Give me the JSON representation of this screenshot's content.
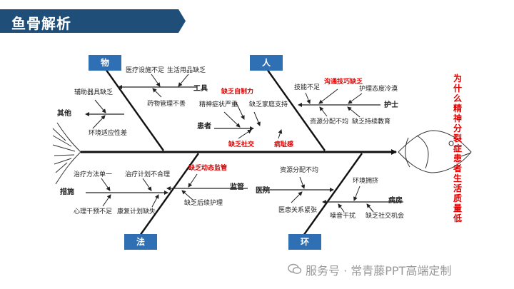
{
  "header": {
    "title": "鱼骨解析"
  },
  "problem": "为什么精神分裂症患者生活质量低",
  "categories": {
    "wu": "物",
    "ren": "人",
    "fa": "法",
    "huan": "环"
  },
  "causes": {
    "tools": "工具",
    "tools_a": "医疗设施不足",
    "tools_b": "生活用品缺乏",
    "tools_c": "药物管理不善",
    "other": "其他",
    "other_a": "辅助器具缺乏",
    "other_b": "环境适应性差",
    "patient": "患者",
    "patient_a": "缺乏自制力",
    "patient_b": "精神症状严重",
    "patient_c": "缺乏家庭支持",
    "patient_d": "缺乏社交",
    "patient_e": "病耻感",
    "nurse": "护士",
    "nurse_a": "沟通技巧缺乏",
    "nurse_b": "技能不足",
    "nurse_c": "护理态度冷漠",
    "nurse_d": "资源分配不均",
    "nurse_e": "缺乏持续教育",
    "measure": "措施",
    "measure_a": "治疗方法单一",
    "measure_b": "治疗计划不合理",
    "measure_c": "心理干预不足",
    "measure_d": "康复计划缺失",
    "supervise": "监管",
    "supervise_a": "缺乏动态监管",
    "supervise_b": "缺乏后续护理",
    "hospital": "医院",
    "hospital_a": "资源分配不均",
    "hospital_b": "医患关系紧张",
    "ward": "病房",
    "ward_a": "环境拥挤",
    "ward_b": "噪音干扰",
    "ward_c": "缺乏社交机会"
  },
  "watermark": "服务号 · 常青藤PPT高端定制",
  "colors": {
    "accent": "#1f4e79",
    "box": "#2f6fb3",
    "highlight": "#e00000"
  }
}
